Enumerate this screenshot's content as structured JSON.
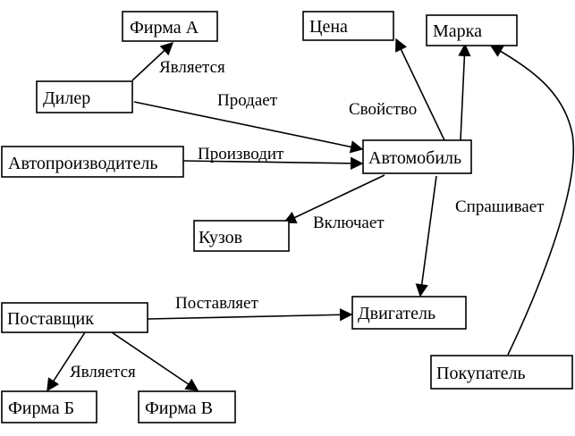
{
  "nodes": {
    "firm_a": "Фирма А",
    "dealer": "Дилер",
    "price": "Цена",
    "brand": "Марка",
    "manufacturer": "Автопроизводитель",
    "car": "Автомобиль",
    "body": "Кузов",
    "supplier": "Поставщик",
    "engine": "Двигатель",
    "buyer": "Покупатель",
    "firm_b": "Фирма Б",
    "firm_v": "Фирма В"
  },
  "edges": {
    "dealer_is": "Является",
    "dealer_sells": "Продает",
    "manufacturer_produces": "Производит",
    "car_property": "Свойство",
    "car_includes": "Включает",
    "buyer_asks": "Спрашивает",
    "supplier_supplies": "Поставляет",
    "supplier_is": "Является"
  }
}
